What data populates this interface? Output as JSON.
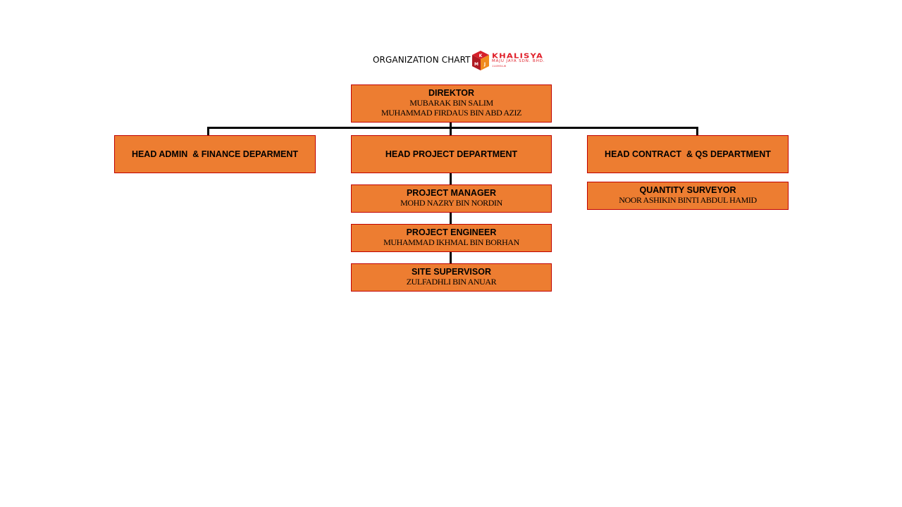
{
  "header": {
    "title": "ORGANIZATION CHART",
    "logo": {
      "icon": "kmj-cube-logo",
      "brand": "KHALISYA",
      "subtitle": "MAJU JAYA SDN. BHD.",
      "reg_no": "1145934-W"
    }
  },
  "org": {
    "director": {
      "role": "DIREKTOR",
      "names": [
        "MUBARAK BIN SALIM",
        "MUHAMMAD FIRDAUS BIN ABD AZIZ"
      ]
    },
    "heads": [
      {
        "role": "HEAD ADMIN  & FINANCE DEPARMENT"
      },
      {
        "role": "HEAD PROJECT DEPARTMENT"
      },
      {
        "role": "HEAD CONTRACT  & QS DEPARTMENT"
      }
    ],
    "project_team": [
      {
        "role": "PROJECT MANAGER",
        "name": "MOHD NAZRY BIN NORDIN"
      },
      {
        "role": "PROJECT ENGINEER",
        "name": "MUHAMMAD IKHMAL BIN BORHAN"
      },
      {
        "role": "SITE SUPERVISOR",
        "name": "ZULFADHLI BIN ANUAR"
      }
    ],
    "qs_team": [
      {
        "role": "QUANTITY SURVEYOR",
        "name": "NOOR ASHIKIN BINTI ABDUL HAMID"
      }
    ]
  },
  "colors": {
    "box_fill": "#ed7d31",
    "box_border": "#c00000",
    "connector": "#000000",
    "brand_red": "#e0202a"
  }
}
